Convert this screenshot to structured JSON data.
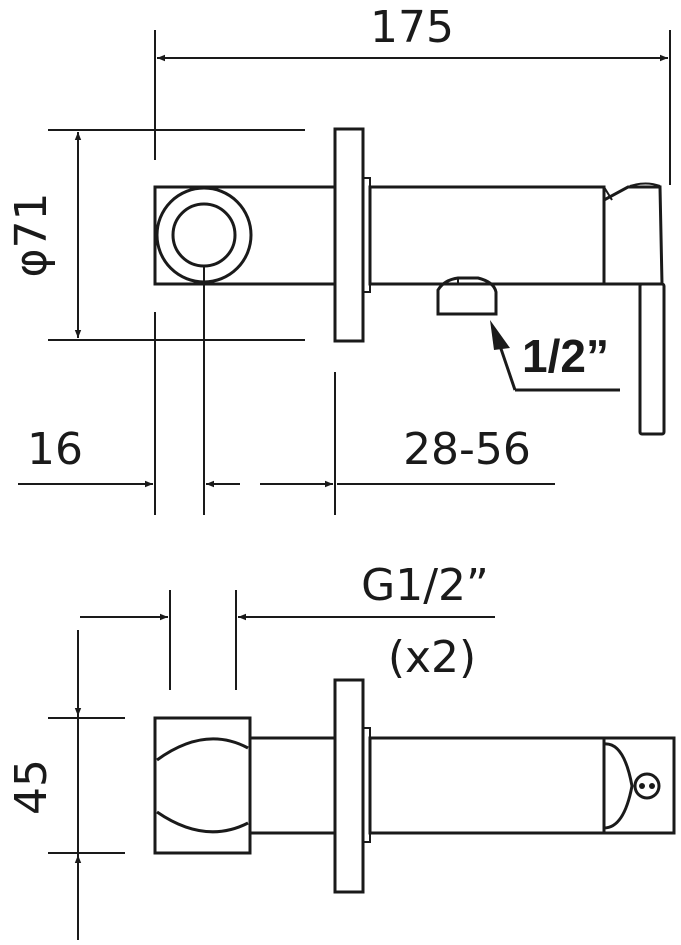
{
  "dimensions": {
    "width_total": "175",
    "diameter": "φ71",
    "offset": "16",
    "wall_range": "28-56",
    "thread": "G1/2”",
    "thread_count": "(x2)",
    "height": "45"
  },
  "callouts": {
    "outlet_size": "1/2”"
  },
  "colors": {
    "line": "#1a1a1a",
    "background": "#ffffff"
  }
}
